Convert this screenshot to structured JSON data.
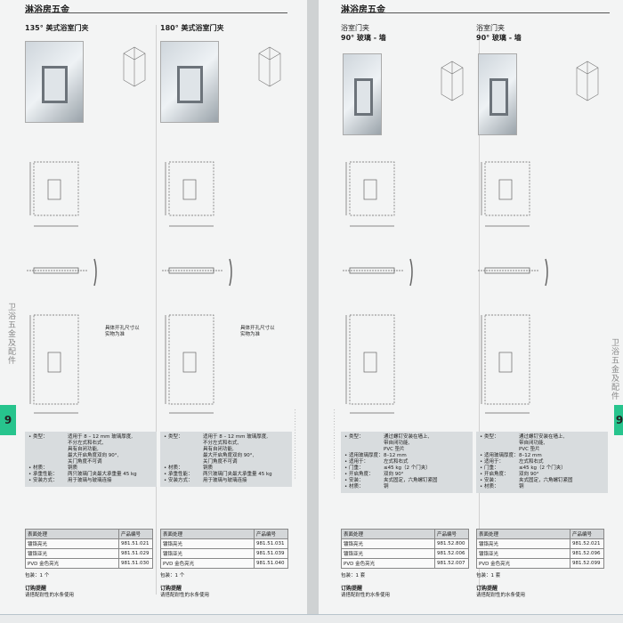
{
  "section_title": "淋浴房五金",
  "side_label": "卫浴五金及配件",
  "chapter": "9",
  "columns": [
    {
      "title": [
        "135° 美式浴室门夹"
      ],
      "note": "具体开孔尺寸以实物为准",
      "specs": [
        [
          "类型：",
          "适用于 8 – 12 mm 玻璃厚度,"
        ],
        [
          "",
          "不分左式和右式,"
        ],
        [
          "",
          "具有自闭功能,"
        ],
        [
          "",
          "最大开启角度双向 90°,"
        ],
        [
          "",
          "关门角度不可调"
        ],
        [
          "材质：",
          "铜质"
        ],
        [
          "承重性能：",
          "两只玻璃门夹最大承重量 45 kg"
        ],
        [
          "安装方式：",
          "用于玻璃与玻璃连接"
        ]
      ],
      "table": {
        "headers": [
          "表面处理",
          "产品编号"
        ],
        "rows": [
          [
            "镀铬亮光",
            "981.51.021"
          ],
          [
            "镀铬亚光",
            "981.51.029"
          ],
          [
            "PVD 金色亮光",
            "981.51.030"
          ]
        ]
      },
      "package": "包装：1 个",
      "order_title": "订购提醒",
      "order_text": "请搭配耐性的水条使用"
    },
    {
      "title": [
        "180° 美式浴室门夹"
      ],
      "note": "具体开孔尺寸以实物为准",
      "specs": [
        [
          "类型：",
          "适用于 8 – 12 mm 玻璃厚度,"
        ],
        [
          "",
          "不分左式和右式,"
        ],
        [
          "",
          "具有自闭功能,"
        ],
        [
          "",
          "最大开启角度双向 90°,"
        ],
        [
          "",
          "关门角度不可调"
        ],
        [
          "材质：",
          "铜质"
        ],
        [
          "承重性能：",
          "两只玻璃门夹最大承重量 45 kg"
        ],
        [
          "安装方式：",
          "用于玻璃与玻璃连接"
        ]
      ],
      "table": {
        "headers": [
          "表面处理",
          "产品编号"
        ],
        "rows": [
          [
            "镀铬亮光",
            "981.51.031"
          ],
          [
            "镀铬亚光",
            "981.51.039"
          ],
          [
            "PVD 金色亮光",
            "981.51.040"
          ]
        ]
      },
      "package": "包装：1 个",
      "order_title": "订购提醒",
      "order_text": "请搭配耐性的水条使用"
    },
    {
      "title": [
        "浴室门夹",
        "90° 玻璃 - 墙"
      ],
      "specs": [
        [
          "类型：",
          "通过螺钉安装在墙上,"
        ],
        [
          "",
          "带自闭功能,"
        ],
        [
          "",
          "PVC 垫片"
        ],
        [
          "适用玻璃厚度：",
          "8–12 mm"
        ],
        [
          "适用于：",
          "左式和右式"
        ],
        [
          "门重：",
          "≤45 kg（2 个门夹）"
        ],
        [
          "开启角度：",
          "双向 90°"
        ],
        [
          "安装：",
          "夹式固定，六角螺钉紧固"
        ],
        [
          "材质：",
          "铜"
        ]
      ],
      "table": {
        "headers": [
          "表面处理",
          "产品编号"
        ],
        "rows": [
          [
            "镀铬亮光",
            "981.52.800"
          ],
          [
            "镀铬亚光",
            "981.52.006"
          ],
          [
            "PVD 金色亮光",
            "981.52.007"
          ]
        ]
      },
      "package": "包装：1 套",
      "order_title": "订购提醒",
      "order_text": "请搭配耐性的水条使用"
    },
    {
      "title": [
        "浴室门夹",
        "90° 玻璃 - 墙"
      ],
      "specs": [
        [
          "类型：",
          "通过螺钉安装在墙上,"
        ],
        [
          "",
          "带自闭功能,"
        ],
        [
          "",
          "PVC 垫片"
        ],
        [
          "适用玻璃厚度：",
          "8–12 mm"
        ],
        [
          "适用于：",
          "左式和右式"
        ],
        [
          "门重：",
          "≤45 kg（2 个门夹）"
        ],
        [
          "开启角度：",
          "双向 90°"
        ],
        [
          "安装：",
          "夹式固定，六角螺钉紧固"
        ],
        [
          "材质：",
          "铜"
        ]
      ],
      "table": {
        "headers": [
          "表面处理",
          "产品编号"
        ],
        "rows": [
          [
            "镀铬亮光",
            "981.52.021"
          ],
          [
            "镀铬亚光",
            "981.52.096"
          ],
          [
            "PVD 金色亮光",
            "981.52.099"
          ]
        ]
      },
      "package": "包装：1 套",
      "order_title": "订购提醒",
      "order_text": "请搭配耐性的水条使用"
    }
  ]
}
